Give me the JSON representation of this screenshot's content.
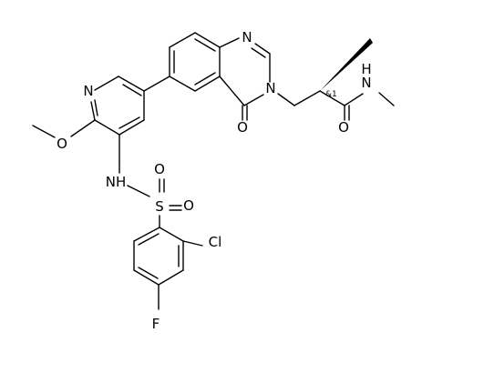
{
  "atoms": {
    "n_pyridine": "N",
    "o_methoxy": "O",
    "nh_sulfonamide": "NH",
    "s_sulfonyl": "S",
    "o_sulfonyl_left": "O",
    "o_sulfonyl_right": "O",
    "cl": "Cl",
    "f": "F",
    "n1_quinazolinone": "N",
    "n3_quinazolinone": "N",
    "o_carbonyl_ring": "O",
    "nh_amide": "N",
    "h_amide": "H",
    "o_amide": "O"
  },
  "stereo_label": "&1",
  "colors": {
    "ink": "#000000",
    "background": "#ffffff"
  }
}
